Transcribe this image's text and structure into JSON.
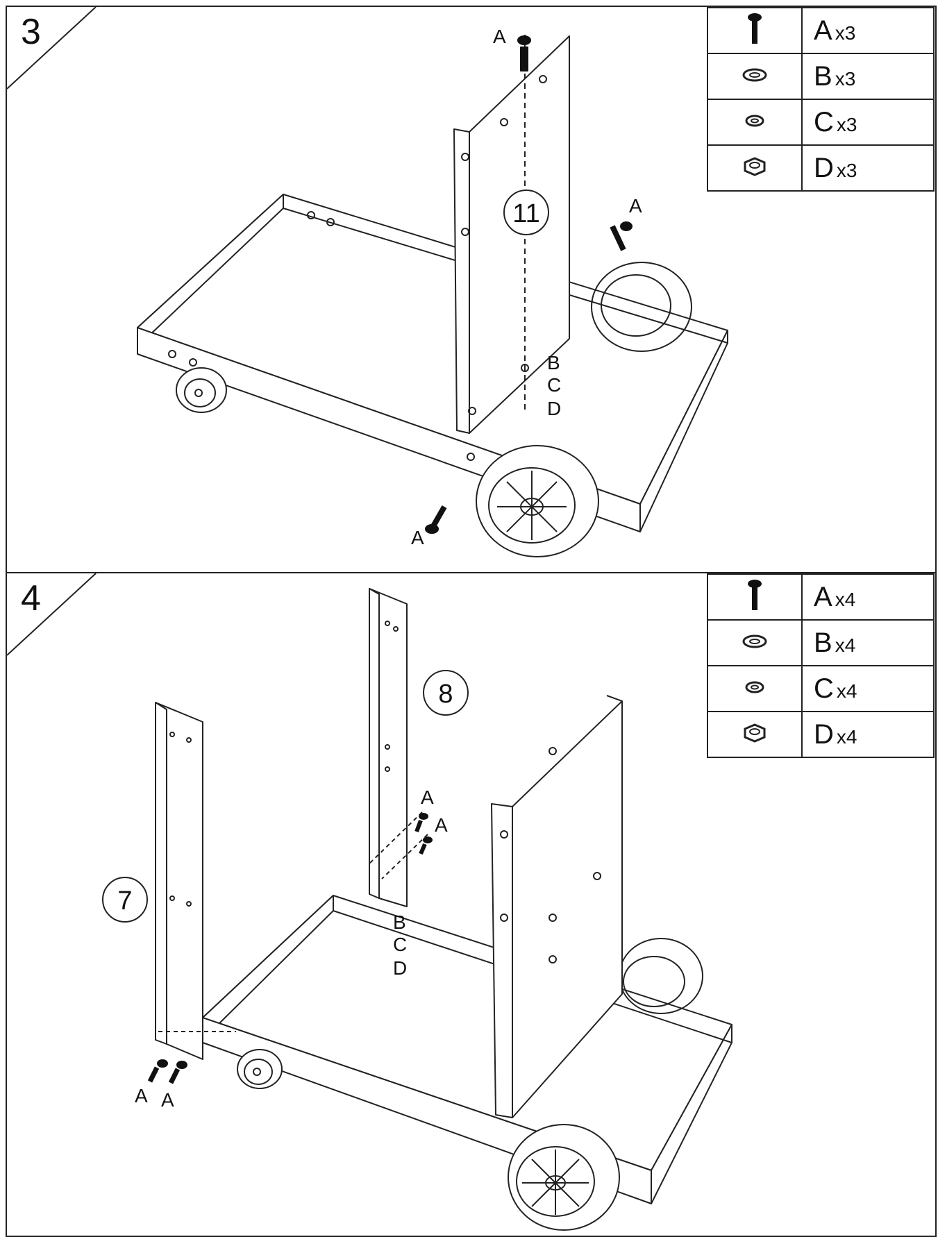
{
  "steps": [
    {
      "number": "3",
      "part_number": "11",
      "hardware": [
        {
          "letter": "A",
          "qty": "x3",
          "icon": "screw-icon"
        },
        {
          "letter": "B",
          "qty": "x3",
          "icon": "flat-washer-icon"
        },
        {
          "letter": "C",
          "qty": "x3",
          "icon": "spring-washer-icon"
        },
        {
          "letter": "D",
          "qty": "x3",
          "icon": "hex-nut-icon"
        }
      ],
      "callouts": {
        "screw": "A",
        "washer": "B",
        "spring": "C",
        "nut": "D"
      }
    },
    {
      "number": "4",
      "part_left": "7",
      "part_back": "8",
      "hardware": [
        {
          "letter": "A",
          "qty": "x4",
          "icon": "screw-icon"
        },
        {
          "letter": "B",
          "qty": "x4",
          "icon": "flat-washer-icon"
        },
        {
          "letter": "C",
          "qty": "x4",
          "icon": "spring-washer-icon"
        },
        {
          "letter": "D",
          "qty": "x4",
          "icon": "hex-nut-icon"
        }
      ],
      "callouts": {
        "screw": "A",
        "washer": "B",
        "spring": "C",
        "nut": "D"
      }
    }
  ]
}
